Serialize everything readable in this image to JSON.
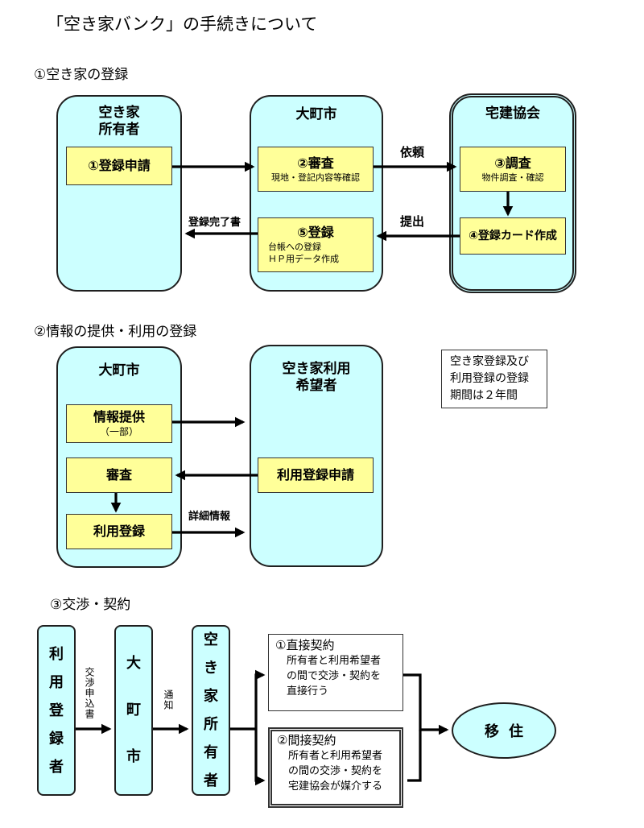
{
  "title": "「空き家バンク」の手続きについて",
  "section1": {
    "heading": "①空き家の登録",
    "owner_lane": {
      "line1": "空き家",
      "line2": "所有者"
    },
    "city_lane": {
      "title": "大町市"
    },
    "agency_lane": {
      "title": "宅建協会"
    },
    "step1": {
      "main": "①登録申請"
    },
    "step2": {
      "main": "②審査",
      "sub": "現地・登記内容等確認"
    },
    "step3": {
      "main": "③調査",
      "sub": "物件調査・確認"
    },
    "step4": {
      "main": "④登録カード作成"
    },
    "step5": {
      "main": "⑤登録",
      "sub1": "台帳への登録",
      "sub2": "ＨＰ用データ作成"
    },
    "arrow_request": "依頼",
    "arrow_submit": "提出",
    "arrow_complete": "登録完了書"
  },
  "section2": {
    "heading": "②情報の提供・利用の登録",
    "city_lane": {
      "title": "大町市"
    },
    "applicant_lane": {
      "line1": "空き家利用",
      "line2": "希望者"
    },
    "info_box": {
      "main": "情報提供",
      "sub": "（一部）"
    },
    "review_box": {
      "main": "審査"
    },
    "register_box": {
      "main": "利用登録"
    },
    "apply_box": {
      "main": "利用登録申請"
    },
    "arrow_detail": "詳細情報",
    "note": {
      "line1": "空き家登録及び",
      "line2": "利用登録の登録",
      "line3": "期間は２年間"
    }
  },
  "section3": {
    "heading": "③交渉・契約",
    "col_registrant": "利用登録者",
    "col_city": "大町市",
    "col_owner": "空き家所有者",
    "label_application": "交渉申込書",
    "label_notice": "通知",
    "direct": {
      "title": "①直接契約",
      "line1": "所有者と利用希望者",
      "line2": "の間で交渉・契約を",
      "line3": "直接行う"
    },
    "indirect": {
      "title": "②間接契約",
      "line1": "所有者と利用希望者",
      "line2": "の間の交渉・契約を",
      "line3": "宅建協会が媒介する"
    },
    "move": "移住"
  }
}
